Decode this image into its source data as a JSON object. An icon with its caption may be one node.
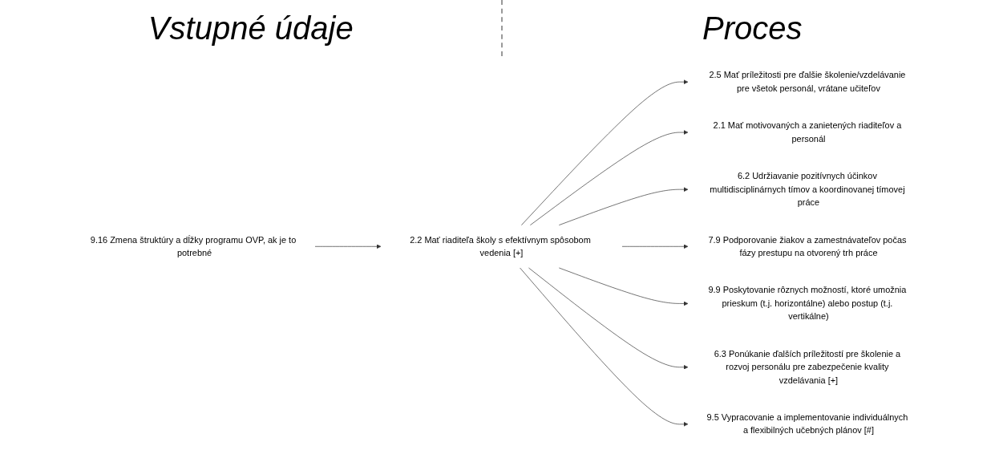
{
  "diagram": {
    "nodes": [
      {
        "text": [
          "2.5 Mať príležitosti pre ďalšie školenie/vzdelávanie pre všetok personál, vrátane učiteľov"
        ]
      },
      {
        "text": [
          "2.2 Mať riaditeľa školy s efektívnym spôsobom vedenia [+]"
        ]
      },
      {
        "text": [
          "2.1 Mať motivovaných a zanietených riaditeľov a personál"
        ]
      },
      {
        "text": [
          "6.2 Udržiavanie pozitívnych účinkov multidisciplinárnych tímov a koordinovanej tímovej práce"
        ]
      },
      {
        "text": [
          "7.9 Podporovanie žiakov a zamestnávateľov počas fázy prestupu na otvorený trh práce"
        ]
      },
      {
        "text": [
          "9.9 Poskytovanie rôznych možností, ktoré umožnia prieskum (t.j. horizontálne) alebo postup (t.j. vertikálne)"
        ]
      },
      {
        "text": [
          "9.16 Zmena štruktúry a dĺžky programu OVP, ak je to potrebné"
        ]
      },
      {
        "text": [
          "6.3 Ponúkanie ďalších príležitostí pre školenie a rozvoj personálu pre zabezpečenie kvality vzdelávania [+]"
        ]
      },
      {
        "text": [
          "9.5 Vypracovanie a implementovanie individuálnych a flexibilných učebných plánov [#]"
        ]
      }
    ],
    "edges": [
      {
        "from": 1,
        "to": 0,
        "arrow": "to"
      },
      {
        "from": 1,
        "to": 2,
        "arrow": "to"
      },
      {
        "from": 1,
        "to": 3,
        "arrow": "to"
      },
      {
        "from": 1,
        "to": 4,
        "arrow": "to"
      },
      {
        "from": 1,
        "to": 5,
        "arrow": "to"
      },
      {
        "from": 6,
        "to": 1,
        "arrow": "to"
      },
      {
        "from": 1,
        "to": 7,
        "arrow": "to"
      },
      {
        "from": 1,
        "to": 8,
        "arrow": "to"
      }
    ],
    "labels": [
      "Vstupné údaje",
      "Proces"
    ]
  }
}
